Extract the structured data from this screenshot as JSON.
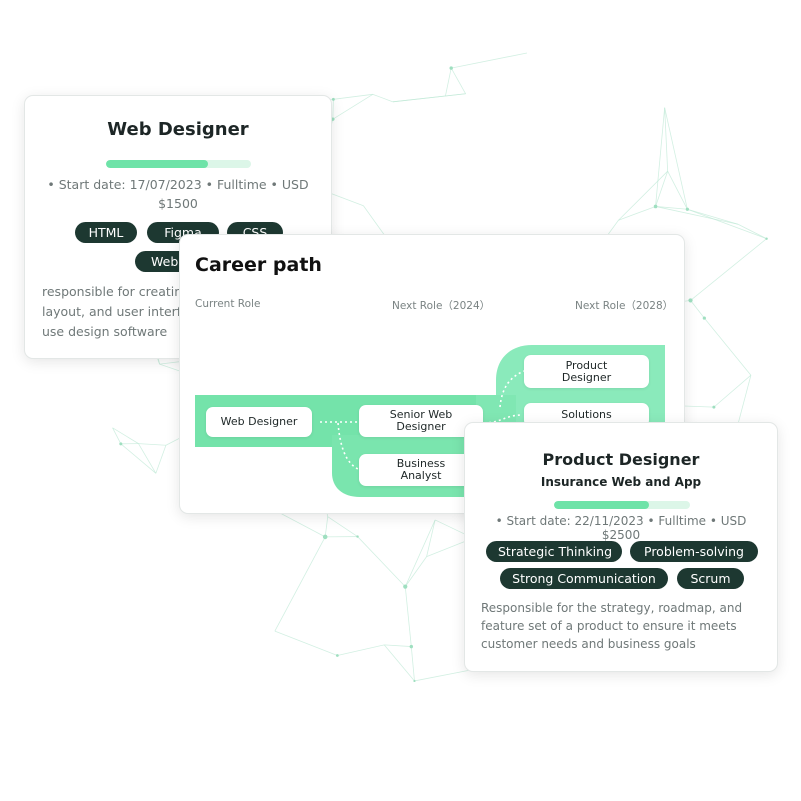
{
  "colors": {
    "accent_green": "#6ee3a8",
    "track_green": "#dcf6e8",
    "tag_dark": "#1d3831",
    "network_line": "#bfe9d6",
    "network_dot": "#9fdfc0"
  },
  "web_designer_card": {
    "title": "Web Designer",
    "progress": 0.7,
    "meta_line1": "•  Start date: 17/07/2023 • Fulltime • USD",
    "meta_line2": "$1500",
    "tags": [
      "HTML",
      "Figma",
      "CSS",
      "Web"
    ],
    "description": "responsible for creating the visual design, layout, and user interface of websites. They use design software"
  },
  "career_path": {
    "title": "Career path",
    "columns": [
      "Current Role",
      "Next Role（2024）",
      "Next Role（2028）"
    ],
    "current_role": "Web Designer",
    "next_2024": [
      "Senior Web Designer",
      "Business Analyst"
    ],
    "next_2028": [
      "Product Designer",
      "Solutions"
    ]
  },
  "product_designer_card": {
    "title": "Product Designer",
    "subtitle": "Insurance Web and App",
    "progress": 0.7,
    "meta": "•  Start date: 22/11/2023 • Fulltime • USD $2500",
    "tags": [
      "Strategic Thinking",
      "Problem-solving",
      "Strong Communication",
      "Scrum"
    ],
    "description": "Responsible for the strategy, roadmap, and feature set of a product to ensure it meets customer needs and business goals"
  }
}
